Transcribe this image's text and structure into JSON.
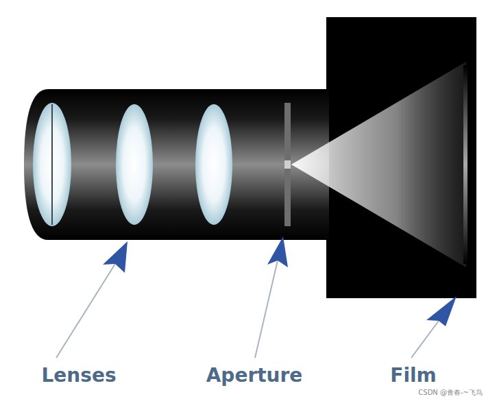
{
  "diagram": {
    "labels": [
      "Lenses",
      "Aperture",
      "Film",
      "CSDN @青春-~飞鸟"
    ]
  }
}
